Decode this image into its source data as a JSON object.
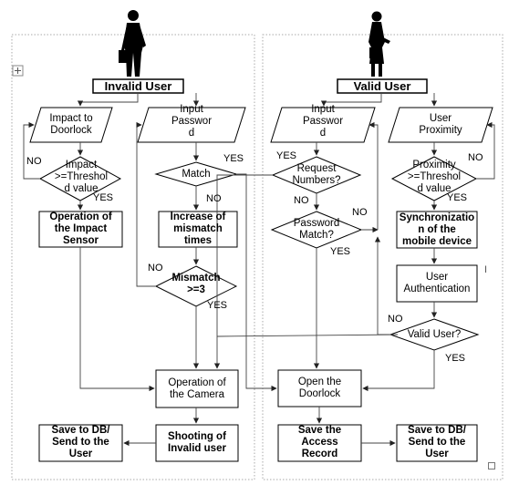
{
  "headers": {
    "invalid": "Invalid User",
    "valid": "Valid User"
  },
  "nodes": {
    "impact_to_doorlock": "Impact to\nDoorlock",
    "impact_threshold": "Impact\n>=Threshol\nd value",
    "impact_sensor": "Operation of\nthe Impact\nSensor",
    "input_password_left": "Input\nPasswor\nd",
    "match": "Match",
    "increase_mismatch": "Increase of\nmismatch\ntimes",
    "mismatch_ge3": "Mismatch\n>=3",
    "camera_operation": "Operation of\nthe Camera",
    "shooting_invalid": "Shooting of\nInvalid user",
    "save_db_left": "Save to DB/\nSend to the\nUser",
    "input_password_right": "Input\nPasswor\nd",
    "request_numbers": "Request\nNumbers?",
    "password_match": "Password\nMatch?",
    "open_doorlock": "Open the\nDoorlock",
    "save_access": "Save the\nAccess\nRecord",
    "user_proximity": "User\nProximity",
    "proximity_threshold": "Proximity\n>=Threshol\nd value",
    "sync_mobile": "Synchronizatio\nn of the\nmobile device",
    "user_auth": "User\nAuthentication",
    "valid_user": "Valid User?",
    "save_db_right": "Save to DB/\nSend to the\nUser"
  },
  "edges": {
    "no_impact": "NO",
    "yes_impact": "YES",
    "yes_match": "YES",
    "no_match": "NO",
    "no_mismatch": "NO",
    "yes_mismatch": "YES",
    "yes_request": "YES",
    "no_request": "NO",
    "no_password": "NO",
    "yes_password": "YES",
    "no_proximity": "NO",
    "yes_proximity": "YES",
    "no_valid": "NO",
    "yes_valid": "YES"
  },
  "marks": {
    "cursor": "I"
  }
}
